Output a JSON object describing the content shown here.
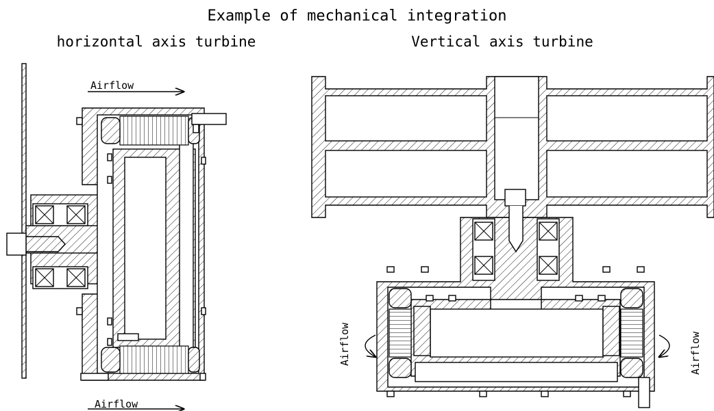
{
  "figure": {
    "title": "Example of mechanical integration",
    "left_subtitle": "horizontal axis turbine",
    "right_subtitle": "Vertical axis turbine"
  },
  "labels": {
    "airflow_top_left": "Airflow",
    "airflow_bottom_left": "Airflow",
    "airflow_right_left": "Airflow",
    "airflow_right_right": "Airflow"
  }
}
